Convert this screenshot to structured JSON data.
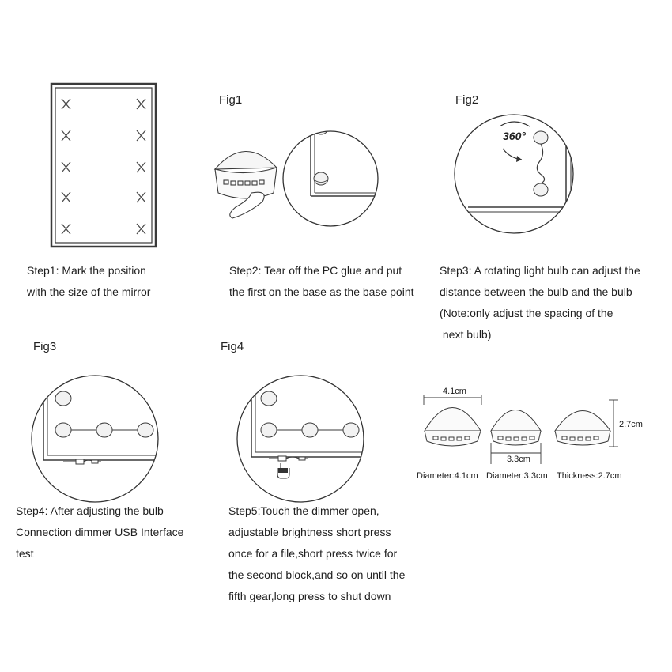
{
  "figures": {
    "fig1": "Fig1",
    "fig2": "Fig2",
    "fig3": "Fig3",
    "fig4": "Fig4"
  },
  "rotation_label": "360°",
  "steps": {
    "step1": [
      "Step1: Mark the position",
      "with the size of the mirror"
    ],
    "step2": [
      "Step2: Tear off the PC glue and put",
      "the first on the base as the base point"
    ],
    "step3": [
      "Step3: A rotating light bulb can adjust the",
      "distance between the bulb and the bulb",
      "(Note:only adjust the spacing of the",
      " next bulb)"
    ],
    "step4": [
      "Step4: After adjusting the bulb",
      "Connection dimmer USB Interface",
      "test"
    ],
    "step5": [
      "Step5:Touch the dimmer open,",
      "adjustable brightness short press",
      "once for a file,short press twice for",
      "the second block,and so on until the",
      "fifth gear,long press to shut down"
    ]
  },
  "dimensions": {
    "width_large": "4.1cm",
    "width_small": "3.3cm",
    "height": "2.7cm",
    "caption_diameter_large": "Diameter:4.1cm",
    "caption_diameter_small": "Diameter:3.3cm",
    "caption_thickness": "Thickness:2.7cm"
  },
  "colors": {
    "line": "#3a3a3a",
    "bulb_fill": "#f2f2f2"
  }
}
